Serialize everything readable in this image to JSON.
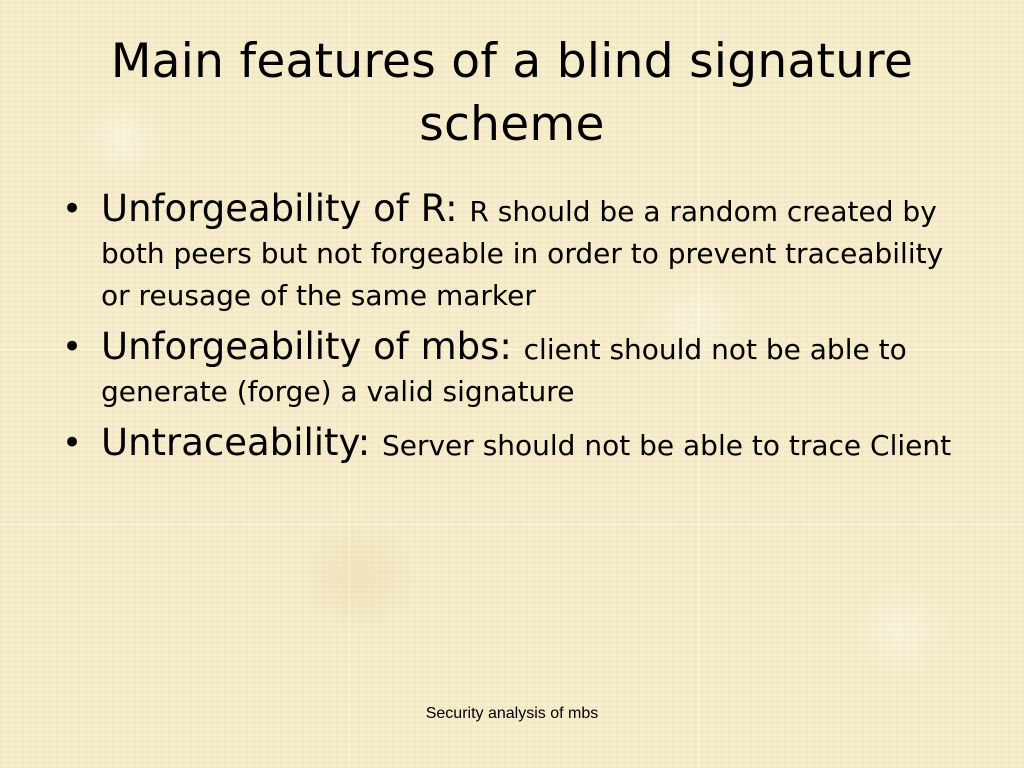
{
  "slide": {
    "title": "Main features of a blind signature scheme",
    "bullet_symbol": "•",
    "bullets": [
      {
        "heading": "Unforgeability of R:",
        "text": "R should be a random created by both peers but not forgeable in order to prevent traceability or reusage of the same marker"
      },
      {
        "heading": "Unforgeability of mbs:",
        "text": "client should not be able to generate (forge) a valid signature"
      },
      {
        "heading": "Untraceability:",
        "text": "Server should not be able to trace Client"
      }
    ],
    "footer": "Security analysis of mbs"
  },
  "colors": {
    "background": "#f6ecc9",
    "text": "#000000"
  }
}
